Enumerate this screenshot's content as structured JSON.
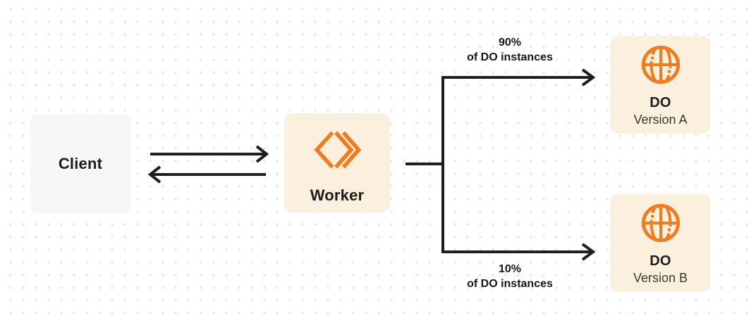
{
  "diagram": {
    "nodes": {
      "client": {
        "label": "Client"
      },
      "worker": {
        "label": "Worker",
        "icon": "workers-chevrons-icon"
      },
      "do_version_a": {
        "label": "DO",
        "sublabel": "Version A",
        "icon": "globe-icon"
      },
      "do_version_b": {
        "label": "DO",
        "sublabel": "Version B",
        "icon": "globe-icon"
      }
    },
    "edges": {
      "client_worker": {
        "type": "bidirectional-arrows"
      },
      "worker_do_a": {
        "percent": "90%",
        "caption": "of DO instances"
      },
      "worker_do_b": {
        "percent": "10%",
        "caption": "of DO instances"
      }
    }
  },
  "colors": {
    "accent_orange": "#EE7D22",
    "card_cream": "#FBF0DE",
    "card_gray": "#F6F6F8",
    "line_dark": "#1E1E1E",
    "text_dark": "#1D1C1A",
    "text_sublabel": "#3B3832",
    "grid_dot": "#E7E7E9"
  }
}
